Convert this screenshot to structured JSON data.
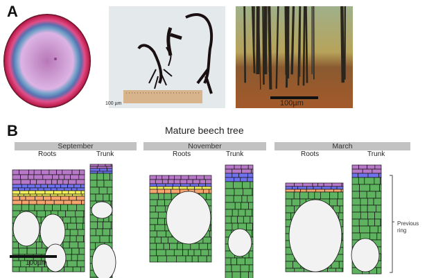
{
  "panel_a": {
    "label": "A",
    "cross_section_scale": "100 µm",
    "forest_scale": "100µm"
  },
  "panel_b": {
    "label": "B",
    "title": "Mature beech tree",
    "months": [
      {
        "name": "September",
        "roots": "Roots",
        "trunk": "Trunk"
      },
      {
        "name": "November",
        "roots": "Roots",
        "trunk": "Trunk"
      },
      {
        "name": "March",
        "roots": "Roots",
        "trunk": "Trunk"
      }
    ],
    "scale_bar": "100µm",
    "bracket_label": "Previous ring"
  },
  "colors": {
    "purple": "#b878c8",
    "blue": "#6f73f0",
    "yellow": "#f4f25a",
    "orange": "#f6a56e",
    "green": "#5fb25f",
    "vessel": "#f2f2f2",
    "month_bar": "#c2c2c2"
  }
}
